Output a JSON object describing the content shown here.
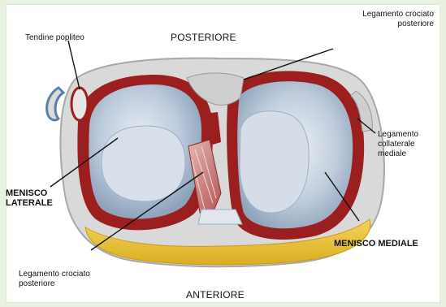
{
  "labels": {
    "posteriore": "POSTERIORE",
    "anteriore": "ANTERIORE",
    "tendine_popliteo": "Tendine popliteo",
    "leg_crociato_posteriore_top": "Legamento crociato\nposteriore",
    "leg_collaterale_mediale": "Legamento\ncollaterale\nmediale",
    "menisco_laterale": "MENISCO\nLATERALE",
    "menisco_mediale": "MENISCO MEDIALE",
    "leg_crociato_posteriore_bottom": "Legamento crociato\nposteriore"
  },
  "colors": {
    "background": "#e9f2e1",
    "meniscus_red": "#9b1f1f",
    "cartilage_blue": "#b9c7d6",
    "fat_yellow": "#e7c43a",
    "ligament_red": "#b8484a"
  }
}
